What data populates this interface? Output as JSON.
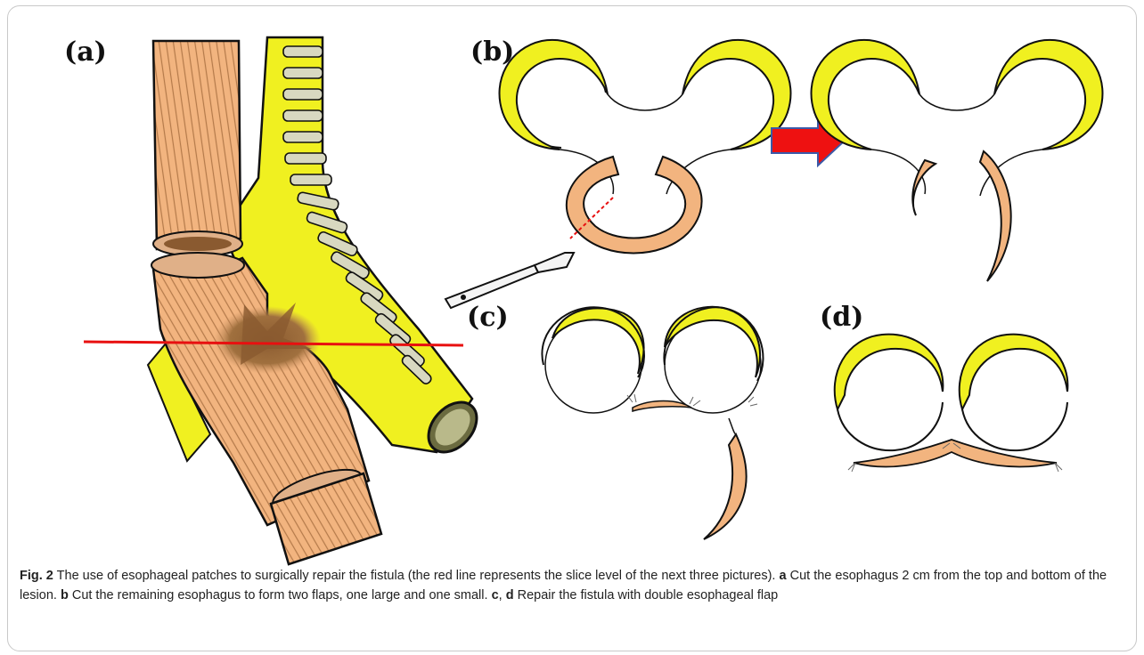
{
  "panel_labels": {
    "a": "(a)",
    "b": "(b)",
    "c": "(c)",
    "d": "(d)"
  },
  "caption": {
    "fig": "Fig. 2",
    "intro": "The use of esophageal patches to surgically repair the fistula (the red line represents the slice level of the next three pictures).",
    "a_key": "a",
    "a_text": "Cut the esophagus 2 cm from the top and bottom of the lesion.",
    "b_key": "b",
    "b_text": "Cut the remaining esophagus to form two flaps, one large and one small.",
    "c_key": "c",
    "sep": ",",
    "d_key": "d",
    "cd_text": "Repair the fistula with double esophageal flap"
  },
  "colors": {
    "esophagus": "#f2b47f",
    "esophagus_dark": "#7a4a2a",
    "trachea": "#f0f020",
    "cartilage": "#d8d8c0",
    "lesion": "#9a6a3a",
    "cut_line": "#e81010",
    "arrow": "#ee1111",
    "outline": "#111111"
  }
}
